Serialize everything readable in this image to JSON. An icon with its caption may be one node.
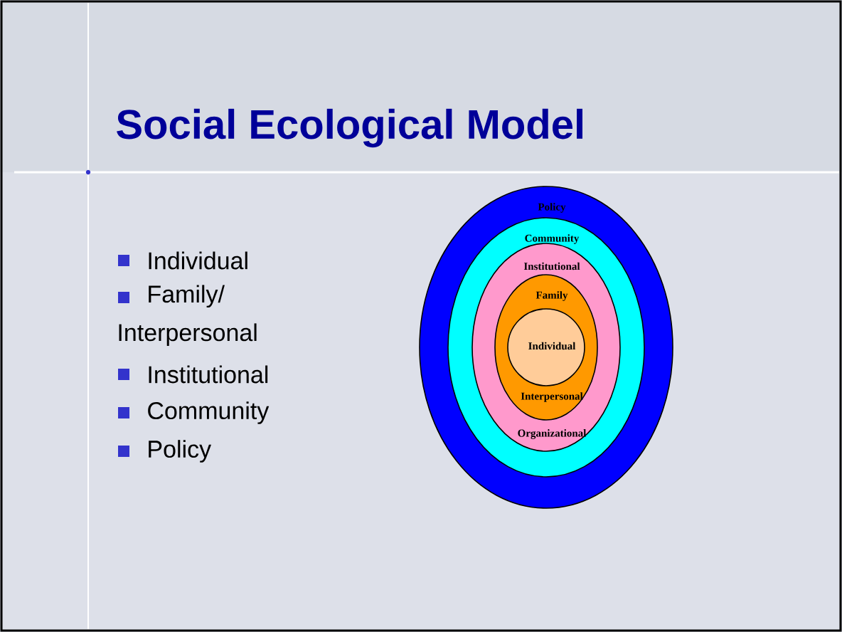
{
  "diagram": {
    "title": "Social Ecological Model",
    "nodes": [
      {
        "text": [
          "Policy"
        ]
      },
      {
        "text": [
          "Community"
        ],
        "in": 0
      },
      {
        "text": [
          "Institutional",
          "Organizational"
        ],
        "in": 1
      },
      {
        "text": [
          "Family",
          "Interpersonal"
        ],
        "in": 2
      },
      {
        "text": [
          "Individual"
        ],
        "in": 3
      }
    ],
    "labels": [
      "Individual",
      "Family/ Interpersonal",
      "Institutional",
      "Community",
      "Policy"
    ]
  }
}
